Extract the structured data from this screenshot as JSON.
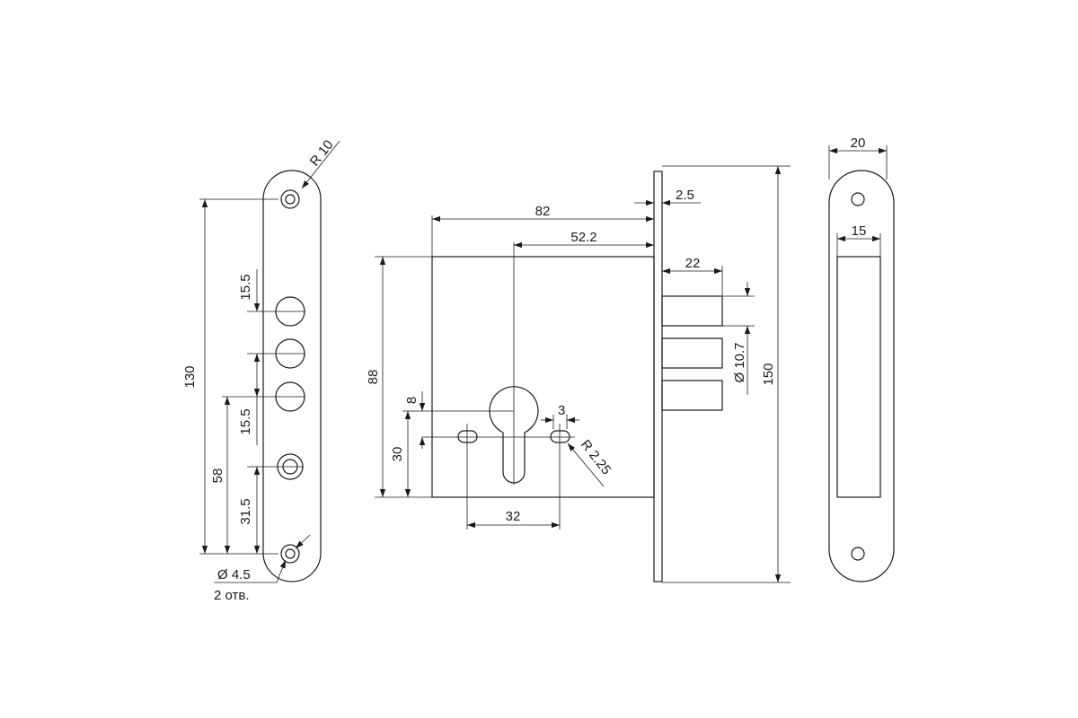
{
  "faceplate": {
    "radius": "R 10",
    "height_total": "130",
    "spacing_upper": "15.5",
    "spacing_lower": "15.5",
    "height_58": "58",
    "height_31_5": "31.5",
    "hole_diameter": "Ø 4.5",
    "hole_count": "2 отв."
  },
  "body": {
    "depth_82": "82",
    "backset_52_2": "52.2",
    "plate_thickness": "2.5",
    "bolt_throw": "22",
    "bolt_diameter": "Ø 10.7",
    "height_150": "150",
    "height_88": "88",
    "cyl_offset_8": "8",
    "cyl_height_30": "30",
    "slot_width_3": "3",
    "slot_radius": "R 2.25",
    "slot_spacing_32": "32"
  },
  "strike": {
    "width_20": "20",
    "opening_15": "15"
  }
}
